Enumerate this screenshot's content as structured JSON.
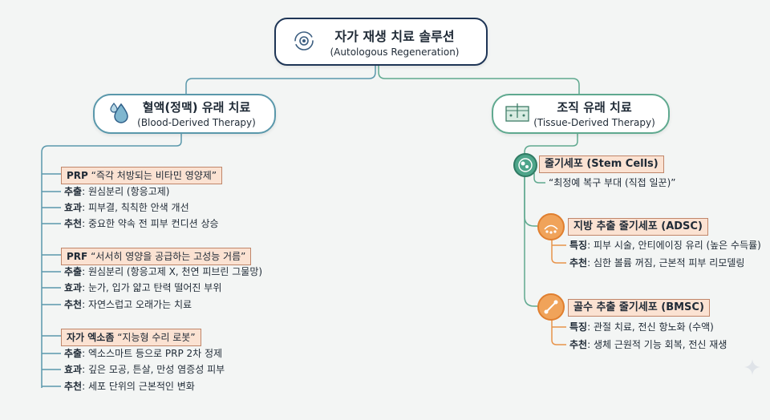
{
  "root": {
    "title": "자가 재생 치료 솔루션",
    "subtitle": "(Autologous Regeneration)",
    "icon": "gear-cycle-icon"
  },
  "blood": {
    "title": "혈액(정맥) 유래 치료",
    "subtitle": "(Blood-Derived Therapy)",
    "icon": "blood-drop-icon",
    "groups": [
      {
        "name": "PRP",
        "tagline": "“즉각 처방되는 비타민 영양제”",
        "items": [
          [
            "추출",
            ": 원심분리 (항응고제)"
          ],
          [
            "효과",
            ": 피부결, 칙칙한 안색 개선"
          ],
          [
            "추천",
            ": 중요한 약속 전 피부 컨디션 상승"
          ]
        ]
      },
      {
        "name": "PRF",
        "tagline": "“서서히 영양을 공급하는 고성능 거름”",
        "items": [
          [
            "추출",
            ": 원심분리 (항응고제 X, 천연 피브린 그물망)"
          ],
          [
            "효과",
            ": 눈가, 입가 얇고 탄력 떨어진 부위"
          ],
          [
            "추천",
            ": 자연스럽고 오래가는 치료"
          ]
        ]
      },
      {
        "name": "자가 엑소좀",
        "tagline": "“지능형 수리 로봇”",
        "items": [
          [
            "추출",
            ": 엑소스마트 등으로 PRP 2차 정제"
          ],
          [
            "효과",
            ": 깊은 모공, 튼살, 만성 염증성 피부"
          ],
          [
            "추천",
            ": 세포 단위의 근본적인 변화"
          ]
        ]
      }
    ]
  },
  "tissue": {
    "title": "조직 유래 치료",
    "subtitle": "(Tissue-Derived Therapy)",
    "icon": "skin-tissue-icon",
    "stem": {
      "label": "줄기세포 (Stem Cells)",
      "tagline": "“최정예 복구 부대 (직접 일꾼)”",
      "icon": "cell-icon"
    },
    "adsc": {
      "label": "지방 추출 줄기세포 (ADSC)",
      "icon": "fat-tissue-icon",
      "items": [
        [
          "특징",
          ": 피부 시술, 안티에이징 유리 (높은 수득률)"
        ],
        [
          "추천",
          ": 심한 볼륨 꺼짐, 근본적 피부 리모델링"
        ]
      ]
    },
    "bmsc": {
      "label": "골수 추출 줄기세포 (BMSC)",
      "icon": "bone-marrow-icon",
      "items": [
        [
          "특징",
          ": 관절 치료, 전신 항노화 (수액)"
        ],
        [
          "추천",
          ": 생체 근원적 기능 회복, 전신 재생"
        ]
      ]
    }
  },
  "colors": {
    "navy": "#1e3556",
    "blue": "#5a98ab",
    "green": "#5fa98f",
    "orange": "#e8934a",
    "highlight": "#fbe2d2"
  }
}
